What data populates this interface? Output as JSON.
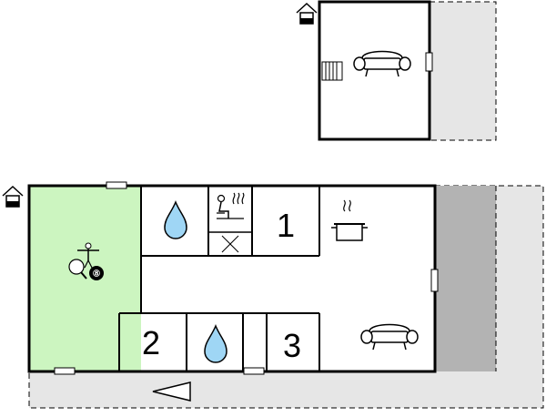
{
  "floorplan": {
    "rooms": [
      {
        "id": "bedroom-1",
        "type": "bedroom",
        "label": "1"
      },
      {
        "id": "bedroom-2",
        "type": "bedroom",
        "label": "2"
      },
      {
        "id": "bedroom-3",
        "type": "bedroom",
        "label": "3"
      }
    ],
    "icons": [
      "entrance-icon",
      "sofa-icon",
      "radiator-icon",
      "water-drop-icon",
      "sauna-icon",
      "toilet-cross-icon",
      "cooking-pot-icon",
      "table-tennis-icon",
      "fitness-icon",
      "billiard-ball-icon",
      "direction-arrow-icon"
    ],
    "billiard_ball_number": "8",
    "colors": {
      "activity_room": "#ccf5c0",
      "terrace": "#e6e6e6",
      "covered_terrace": "#b3b3b3",
      "walls": "#000000"
    }
  }
}
